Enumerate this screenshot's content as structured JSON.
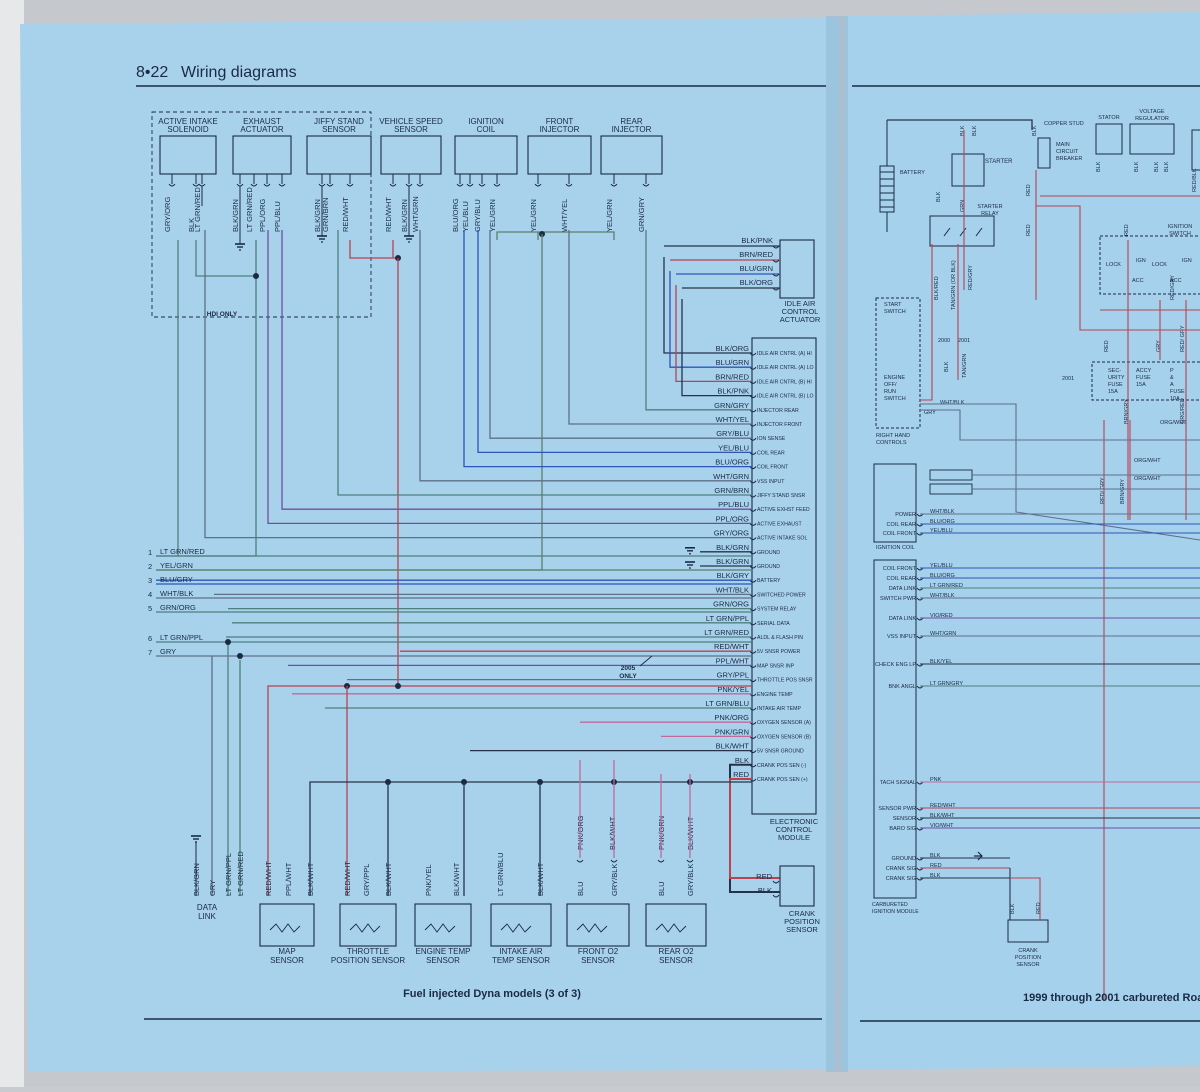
{
  "header": {
    "page_number": "8•22",
    "section_title": "Wiring diagrams"
  },
  "left_diagram": {
    "caption": "Fuel injected Dyna models (3 of 3)",
    "hdi_note": "HDI ONLY",
    "note_2005": "2005 ONLY",
    "top_components": [
      {
        "label": "ACTIVE INTAKE SOLENOID",
        "wires": [
          "GRY/ORG",
          "BLK",
          "LT GRN/RED"
        ]
      },
      {
        "label": "EXHAUST ACTUATOR",
        "wires": [
          "BLK/GRN",
          "LT GRN/RED",
          "PPL/ORG",
          "PPL/BLU"
        ]
      },
      {
        "label": "JIFFY STAND SENSOR",
        "wires": [
          "BLK/GRN",
          "GRN/BRN",
          "RED/WHT"
        ]
      },
      {
        "label": "VEHICLE SPEED SENSOR",
        "wires": [
          "RED/WHT",
          "BLK/GRN",
          "WHT/GRN"
        ]
      },
      {
        "label": "IGNITION COIL",
        "wires": [
          "BLU/ORG",
          "YEL/BLU",
          "GRY/BLU",
          "YEL/GRN"
        ]
      },
      {
        "label": "FRONT INJECTOR",
        "wires": [
          "YEL/GRN",
          "WHT/YEL"
        ]
      },
      {
        "label": "REAR INJECTOR",
        "wires": [
          "YEL/GRN",
          "GRN/GRY"
        ]
      }
    ],
    "idle_air": {
      "label": "IDLE AIR CONTROL ACTUATOR",
      "wires": [
        "BLK/PNK",
        "BRN/RED",
        "BLU/GRN",
        "BLK/ORG"
      ]
    },
    "ecm": {
      "label": "ELECTRONIC CONTROL MODULE",
      "pins": [
        {
          "wire": "BLK/ORG",
          "pin": "IDLE AIR CNTRL (A) HI"
        },
        {
          "wire": "BLU/GRN",
          "pin": "IDLE AIR CNTRL (A) LO"
        },
        {
          "wire": "BRN/RED",
          "pin": "IDLE AIR CNTRL (B) HI"
        },
        {
          "wire": "BLK/PNK",
          "pin": "IDLE AIR CNTRL (B) LO"
        },
        {
          "wire": "GRN/GRY",
          "pin": "INJECTOR REAR"
        },
        {
          "wire": "WHT/YEL",
          "pin": "INJECTOR FRONT"
        },
        {
          "wire": "GRY/BLU",
          "pin": "ION SENSE"
        },
        {
          "wire": "YEL/BLU",
          "pin": "COIL REAR"
        },
        {
          "wire": "BLU/ORG",
          "pin": "COIL FRONT"
        },
        {
          "wire": "WHT/GRN",
          "pin": "VSS INPUT"
        },
        {
          "wire": "GRN/BRN",
          "pin": "JIFFY STAND SNSR"
        },
        {
          "wire": "PPL/BLU",
          "pin": "ACTIVE EXHST FEED"
        },
        {
          "wire": "PPL/ORG",
          "pin": "ACTIVE EXHAUST"
        },
        {
          "wire": "GRY/ORG",
          "pin": "ACTIVE INTAKE SOL"
        },
        {
          "wire": "BLK/GRN",
          "pin": "GROUND"
        },
        {
          "wire": "BLK/GRN",
          "pin": "GROUND"
        },
        {
          "wire": "BLK/GRY",
          "pin": "BATTERY"
        },
        {
          "wire": "WHT/BLK",
          "pin": "SWITCHED POWER"
        },
        {
          "wire": "GRN/ORG",
          "pin": "SYSTEM RELAY"
        },
        {
          "wire": "LT GRN/PPL",
          "pin": "SERIAL DATA"
        },
        {
          "wire": "LT GRN/RED",
          "pin": "ALDL & FLASH PIN"
        },
        {
          "wire": "RED/WHT",
          "pin": "5V SNSR POWER"
        },
        {
          "wire": "PPL/WHT",
          "pin": "MAP SNSR INP"
        },
        {
          "wire": "GRY/PPL",
          "pin": "THROTTLE POS SNSR"
        },
        {
          "wire": "PNK/YEL",
          "pin": "ENGINE TEMP"
        },
        {
          "wire": "LT GRN/BLU",
          "pin": "INTAKE AIR TEMP"
        },
        {
          "wire": "PNK/ORG",
          "pin": "OXYGEN SENSOR (A)"
        },
        {
          "wire": "PNK/GRN",
          "pin": "OXYGEN SENSOR (B)"
        },
        {
          "wire": "BLK/WHT",
          "pin": "5V SNSR GROUND"
        },
        {
          "wire": "BLK",
          "pin": "CRANK POS SEN (-)"
        },
        {
          "wire": "RED",
          "pin": "CRANK POS SEN (+)"
        }
      ]
    },
    "connector_rows": [
      {
        "num": "1",
        "wire": "LT GRN/RED"
      },
      {
        "num": "2",
        "wire": "YEL/GRN"
      },
      {
        "num": "3",
        "wire": "BLU/GRY"
      },
      {
        "num": "4",
        "wire": "WHT/BLK"
      },
      {
        "num": "5",
        "wire": "GRN/ORG"
      },
      {
        "num": "6",
        "wire": "LT GRN/PPL"
      },
      {
        "num": "7",
        "wire": "GRY"
      }
    ],
    "bottom_components": [
      {
        "label": "DATA LINK",
        "wires": [
          "BLK/GRN",
          "GRY",
          "LT GRN/PPL",
          "LT GRN/RED"
        ]
      },
      {
        "label": "MAP SENSOR",
        "wires": [
          "RED/WHT",
          "PPL/WHT",
          "BLK/WHT"
        ]
      },
      {
        "label": "THROTTLE POSITION SENSOR",
        "wires": [
          "RED/WHT",
          "GRY/PPL",
          "BLK/WHT"
        ]
      },
      {
        "label": "ENGINE TEMP SENSOR",
        "wires": [
          "PNK/YEL",
          "BLK/WHT"
        ]
      },
      {
        "label": "INTAKE AIR TEMP SENSOR",
        "wires": [
          "LT GRN/BLU",
          "BLK/WHT"
        ]
      },
      {
        "label": "FRONT O2 SENSOR",
        "wires": [
          "PNK/ORG",
          "BLU",
          "BLK/WHT",
          "GRY/BLK"
        ]
      },
      {
        "label": "REAR O2 SENSOR",
        "wires": [
          "PNK/GRN",
          "BLU",
          "BLK/WHT",
          "GRY/BLK"
        ]
      }
    ],
    "crank_sensor": {
      "label": "CRANK POSITION SENSOR",
      "wires": [
        "RED",
        "BLK"
      ]
    }
  },
  "right_diagram": {
    "caption": "1999 through 2001 carbureted Roa",
    "battery_label": "BATTERY",
    "starter_label": "STARTER",
    "starter_relay_label": "STARTER RELAY",
    "copper_stud_label": "COPPER STUD",
    "breaker_label": "MAIN CIRCUIT BREAKER",
    "stator_label": "STATOR",
    "regulator_label": "VOLTAGE REGULATOR",
    "ignition_switch_label": "IGNITION SWITCH",
    "ign_switch_positions": [
      "LOCK",
      "IGN",
      "LOCK",
      "IGN",
      "ACC",
      "ACC"
    ],
    "start_switch_label": "START SWITCH",
    "run_switch_label": "ENGINE OFF/ RUN SWITCH",
    "rh_controls_label": "RIGHT HAND CONTROLS",
    "ignition_coil_label": "IGNITION COIL",
    "carb_module_label": "CARBURETED IGNITION MODULE",
    "crank_sensor_label": "CRANK POSITION SENSOR",
    "year_marks": [
      "2000",
      "2001",
      "2001"
    ],
    "fuses": [
      "SEC- URITY FUSE 15A",
      "ACCY FUSE 15A",
      "P & A FUSE 10A"
    ],
    "wire_labels": [
      "BLK",
      "BLK",
      "BLK",
      "BLK",
      "BLK",
      "BLK",
      "BLK",
      "RED",
      "RED",
      "RED",
      "GRN",
      "BLK",
      "BLK/RED",
      "TAN/GRN (OR BLK)",
      "RED/GRY",
      "BLK",
      "TAN/GRN",
      "RED/GRY",
      "RED/BLK",
      "RED",
      "GRY",
      "RED/ GRY",
      "RED/ GRY",
      "BRN/GRY",
      "ORG/WHT",
      "ORG/RED",
      "ORG/WHT",
      "ORG/WHT",
      "BRN/GRY",
      "WHT/BLK",
      "GRY"
    ],
    "module_pins": [
      {
        "pin": "POWER",
        "wire": "WHT/BLK"
      },
      {
        "pin": "COIL REAR",
        "wire": "BLU/ORG"
      },
      {
        "pin": "COIL FRONT",
        "wire": "YEL/BLU"
      },
      {
        "pin": "COIL FRONT",
        "wire": "YEL/BLU"
      },
      {
        "pin": "COIL REAR",
        "wire": "BLU/ORG"
      },
      {
        "pin": "DATA LINK",
        "wire": "LT GRN/RED"
      },
      {
        "pin": "SWITCH PWR",
        "wire": "WHT/BLK"
      },
      {
        "pin": "DATA LINK",
        "wire": "VIO/RED"
      },
      {
        "pin": "VSS INPUT",
        "wire": "WHT/GRN"
      },
      {
        "pin": "CHECK ENG LP",
        "wire": "BLK/YEL"
      },
      {
        "pin": "BNK ANGL",
        "wire": "LT GRN/GRY"
      },
      {
        "pin": "TACH SIGNAL",
        "wire": "PNK"
      },
      {
        "pin": "SENSOR PWR",
        "wire": "RED/WHT"
      },
      {
        "pin": "SENSOR",
        "wire": "BLK/WHT"
      },
      {
        "pin": "BARO SIG",
        "wire": "VIO/WHT"
      },
      {
        "pin": "GROUND",
        "wire": "BLK"
      },
      {
        "pin": "CRANK SIG",
        "wire": "RED"
      },
      {
        "pin": "CRANK SIG",
        "wire": "BLK"
      }
    ],
    "crank_wires": [
      "BLK",
      "RED"
    ]
  },
  "colors": {
    "paper": "#a8d2ec",
    "ink": "#1a2a44",
    "red_wire": "#b8434f",
    "blue_wire": "#2e55b8",
    "gray_wire": "#5f6f88",
    "green_wire": "#4f7f7c",
    "purple_wire": "#6f4fa0",
    "pink_wire": "#c06a9a"
  }
}
